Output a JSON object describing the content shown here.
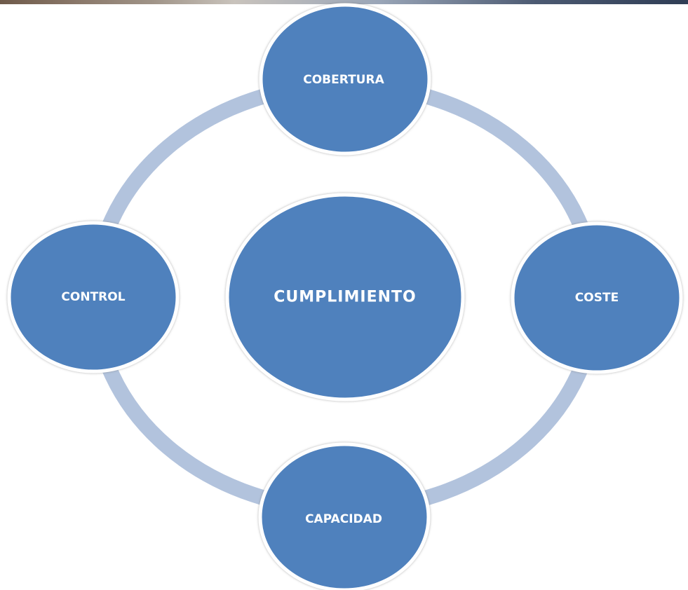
{
  "diagram": {
    "center_label": "CUMPLIMIENTO",
    "nodes": {
      "top": "COBERTURA",
      "right": "COSTE",
      "bottom": "CAPACIDAD",
      "left": "CONTROL"
    }
  },
  "colors": {
    "node_fill": "#4f81bd",
    "ring": "#b2c3dd",
    "node_border": "#ffffff",
    "text": "#ffffff"
  }
}
